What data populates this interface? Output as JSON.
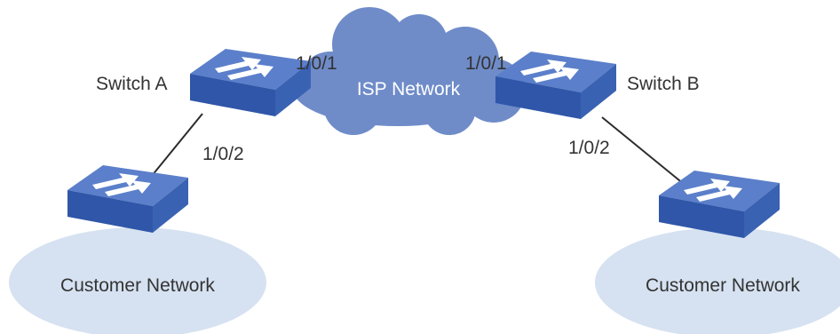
{
  "diagram": {
    "isp_network_label": "ISP Network",
    "switch_a": {
      "label": "Switch A",
      "uplink_port": "1/0/1",
      "downlink_port": "1/0/2"
    },
    "switch_b": {
      "label": "Switch B",
      "uplink_port": "1/0/1",
      "downlink_port": "1/0/2"
    },
    "customer_network_left": "Customer Network",
    "customer_network_right": "Customer Network"
  },
  "colors": {
    "cloud": "#6f8cc9",
    "switch_top": "#5b7fca",
    "switch_front": "#2f56a8",
    "switch_side": "#3a62b3",
    "customer_area": "#d6e2f1",
    "link": "#2b2b2b"
  }
}
